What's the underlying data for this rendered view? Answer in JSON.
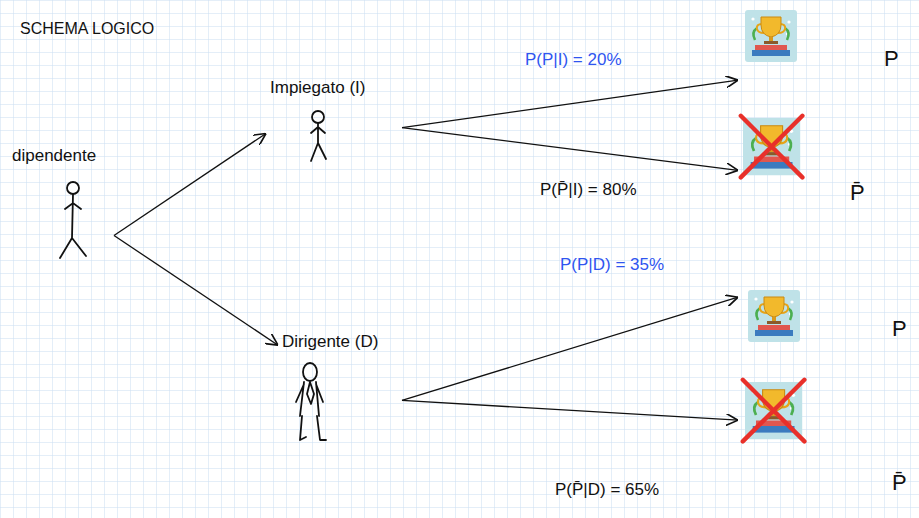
{
  "diagram": {
    "title": "SCHEMA LOGICO",
    "nodes": [
      {
        "text": [
          "dipendente"
        ]
      },
      {
        "text": [
          "Impiegato (I)"
        ]
      },
      {
        "text": [
          "P"
        ]
      },
      {
        "text": [
          "P̄"
        ]
      },
      {
        "text": [
          "Dirigente (D)"
        ]
      },
      {
        "text": [
          "P"
        ]
      },
      {
        "text": [
          "P̄"
        ]
      }
    ],
    "edges": [
      {
        "from": 0,
        "to": 1,
        "arrow": "to"
      },
      {
        "from": 0,
        "to": 4,
        "arrow": "to"
      },
      {
        "from": 1,
        "to": 2,
        "label": "P(P|I) = 20%",
        "arrow": "to"
      },
      {
        "from": 1,
        "to": 3,
        "label": "P(P̄|I) = 80%",
        "arrow": "to"
      },
      {
        "from": 4,
        "to": 5,
        "label": "P(P|D) = 35%",
        "arrow": "to"
      },
      {
        "from": 4,
        "to": 6,
        "label": "P(P̄|D) = 65%",
        "arrow": "to"
      }
    ]
  }
}
